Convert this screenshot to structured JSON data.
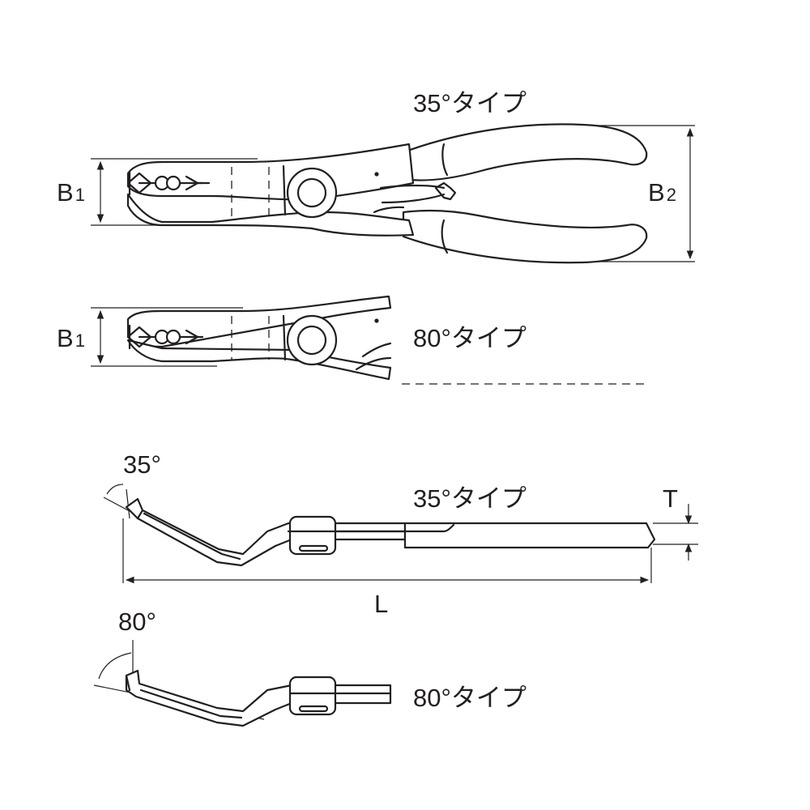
{
  "labels": {
    "top_type": "35°タイプ",
    "mid_type": "80°タイプ",
    "side35_type": "35°タイプ",
    "side80_type": "80°タイプ",
    "b1_top": "B",
    "b1_top_sub": "1",
    "b1_mid": "B",
    "b1_mid_sub": "1",
    "b2": "B",
    "b2_sub": "2",
    "angle35": "35°",
    "angle80": "80°",
    "T": "T",
    "L": "L"
  }
}
